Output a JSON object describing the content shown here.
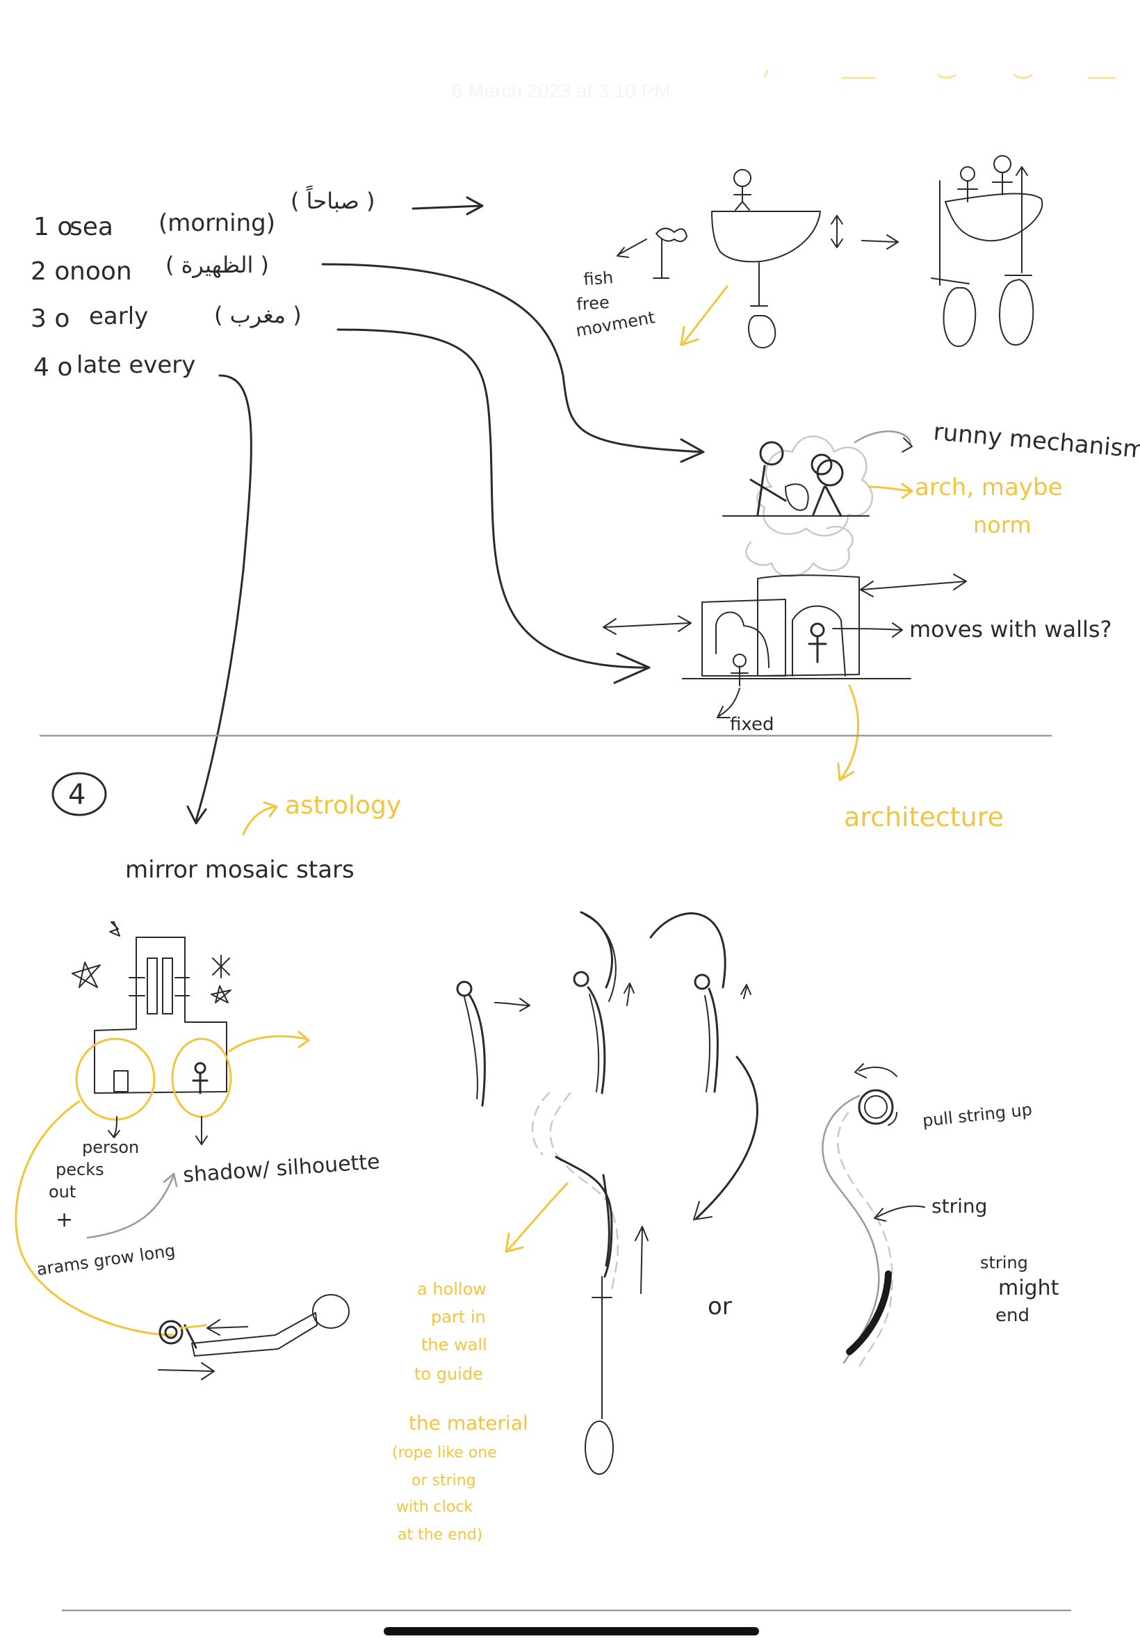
{
  "header": {
    "timestamp": "6 March 2023 at 3:10 PM"
  },
  "colors": {
    "ink": "#2a2a2a",
    "pencil_grey": "#9a9a9a",
    "highlight_yellow": "#f2c53d",
    "paper": "#ffffff"
  },
  "top_section": {
    "list": [
      {
        "number": "1 o",
        "label": "sea",
        "note": "(morning)",
        "arabic": "( صباحاً )"
      },
      {
        "number": "2 o",
        "label": "noon",
        "note": "",
        "arabic": "( الظهيرة )"
      },
      {
        "number": "3 o",
        "label": "early",
        "note": "",
        "arabic": "( مغرب )"
      },
      {
        "number": "4 o",
        "label": "late every",
        "note": "",
        "arabic": ""
      }
    ],
    "fish_labels": [
      "fish",
      "free",
      "movment"
    ],
    "mechanism_label": "runny mechanism",
    "arch_note": "arch, maybe",
    "arch_note_2": "norm",
    "walls_label": "moves with walls?",
    "fixed_label": "fixed",
    "architecture_label": "architecture"
  },
  "bottom_section": {
    "section_number": "4",
    "astrology_label": "astrology",
    "mirror_label": "mirror mosaic stars",
    "person_note": [
      "person",
      "pecks",
      "out"
    ],
    "plus_sign": "+",
    "arms_note": "arams grow long",
    "shadow_note": "shadow/ silhouette",
    "hollow_note": [
      "a hollow",
      "part in",
      "the wall",
      "to guide"
    ],
    "material_note": [
      "the material",
      "(rope like one",
      "or string",
      "with clock",
      "at the end)"
    ],
    "or_label": "or",
    "pull_note": "pull string up",
    "string_label": "string",
    "string_note": [
      "string",
      "might",
      "end"
    ]
  },
  "home_indicator": {
    "color": "#111111"
  }
}
